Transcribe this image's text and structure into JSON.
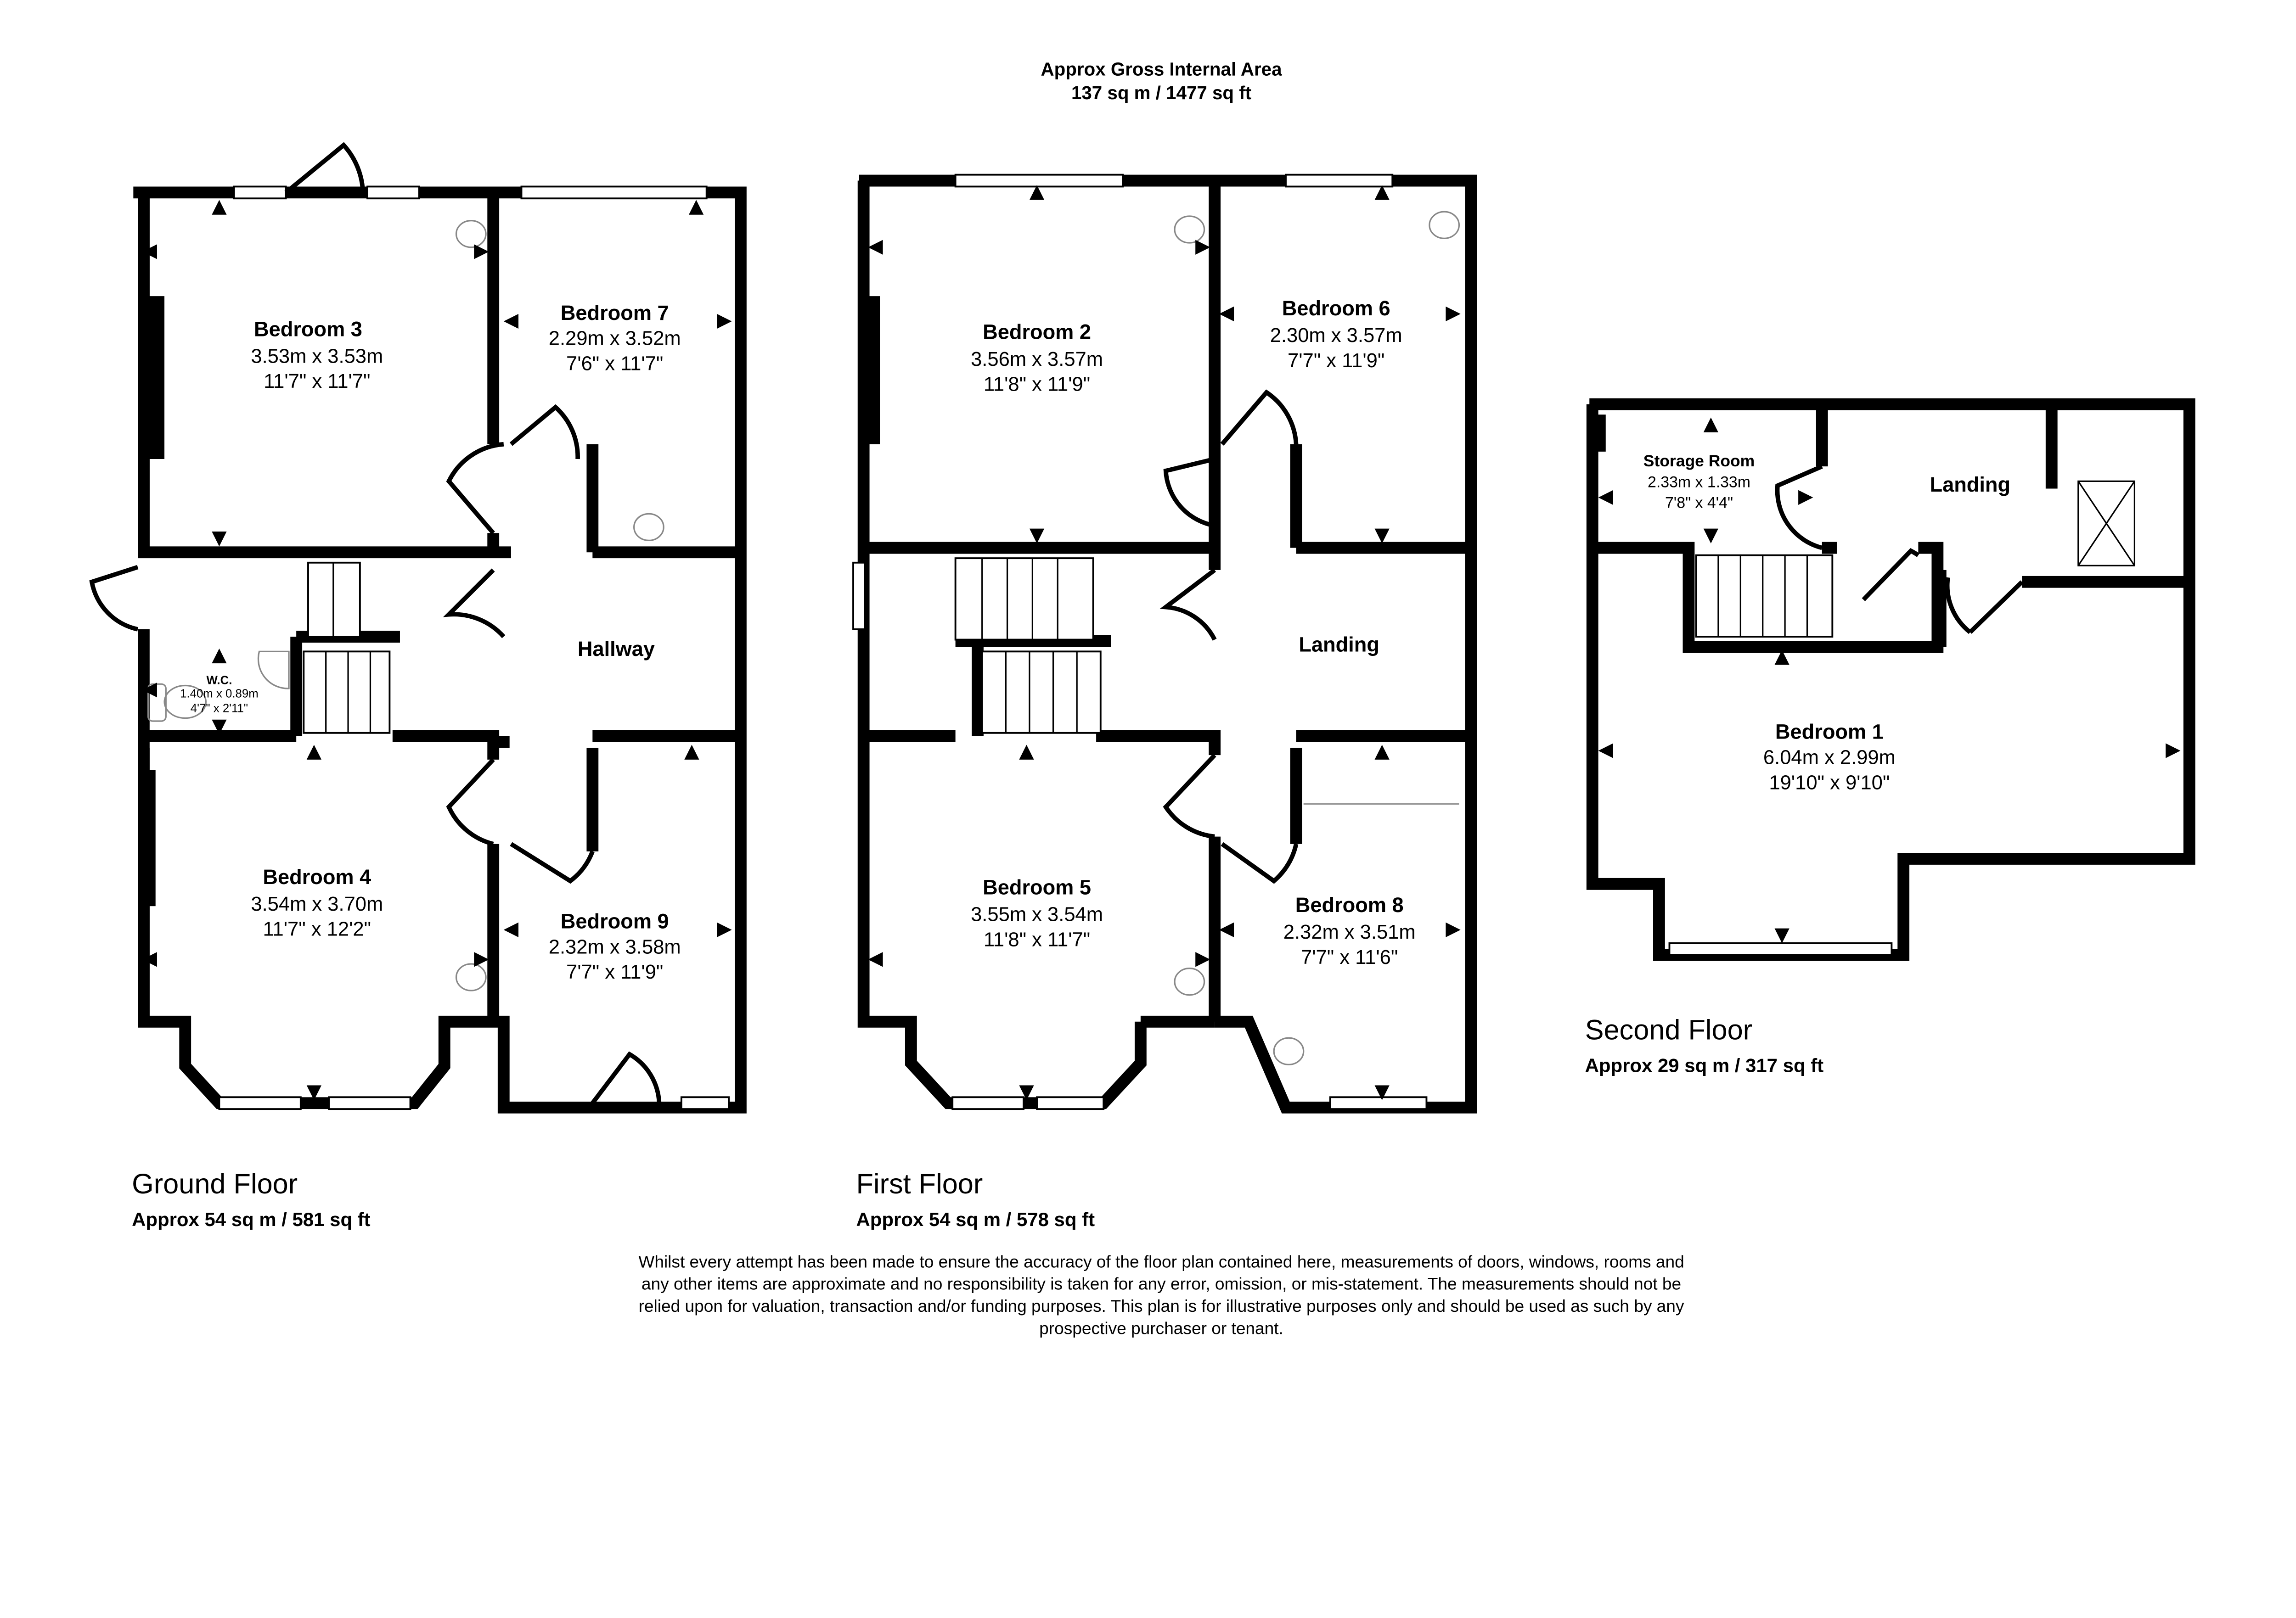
{
  "header": {
    "line1": "Approx Gross Internal Area",
    "line2": "137 sq m / 1477 sq ft"
  },
  "floors": {
    "ground": {
      "name": "Ground Floor",
      "area": "Approx 54 sq m / 581 sq ft"
    },
    "first": {
      "name": "First Floor",
      "area": "Approx 54 sq m / 578 sq ft"
    },
    "second": {
      "name": "Second Floor",
      "area": "Approx 29 sq m / 317 sq ft"
    }
  },
  "rooms": {
    "bedroom3": {
      "name": "Bedroom 3",
      "metric": "3.53m x 3.53m",
      "imperial": "11'7\" x 11'7\""
    },
    "bedroom7": {
      "name": "Bedroom 7",
      "metric": "2.29m x 3.52m",
      "imperial": "7'6\" x 11'7\""
    },
    "hallway": {
      "name": "Hallway"
    },
    "wc": {
      "name": "W.C.",
      "metric": "1.40m x 0.89m",
      "imperial": "4'7\" x 2'11\""
    },
    "bedroom4": {
      "name": "Bedroom 4",
      "metric": "3.54m x 3.70m",
      "imperial": "11'7\" x 12'2\""
    },
    "bedroom9": {
      "name": "Bedroom 9",
      "metric": "2.32m x 3.58m",
      "imperial": "7'7\" x 11'9\""
    },
    "bedroom2": {
      "name": "Bedroom 2",
      "metric": "3.56m x 3.57m",
      "imperial": "11'8\" x 11'9\""
    },
    "bedroom6": {
      "name": "Bedroom 6",
      "metric": "2.30m x 3.57m",
      "imperial": "7'7\" x 11'9\""
    },
    "landing1": {
      "name": "Landing"
    },
    "bedroom5": {
      "name": "Bedroom 5",
      "metric": "3.55m x 3.54m",
      "imperial": "11'8\" x 11'7\""
    },
    "bedroom8": {
      "name": "Bedroom 8",
      "metric": "2.32m x 3.51m",
      "imperial": "7'7\" x 11'6\""
    },
    "storage": {
      "name": "Storage Room",
      "metric": "2.33m x 1.33m",
      "imperial": "7'8\" x 4'4\""
    },
    "landing2": {
      "name": "Landing"
    },
    "bedroom1": {
      "name": "Bedroom 1",
      "metric": "6.04m x 2.99m",
      "imperial": "19'10\" x 9'10\""
    }
  },
  "disclaimer": [
    "Whilst every attempt has been made to ensure the accuracy of the floor plan contained here, measurements of doors, windows, rooms and",
    "any other items are approximate and no responsibility is taken for any error, omission, or mis-statement. The measurements should not be",
    "relied upon for valuation, transaction and/or funding purposes. This plan is for illustrative purposes only and should be used as such by any",
    "prospective purchaser or tenant."
  ]
}
